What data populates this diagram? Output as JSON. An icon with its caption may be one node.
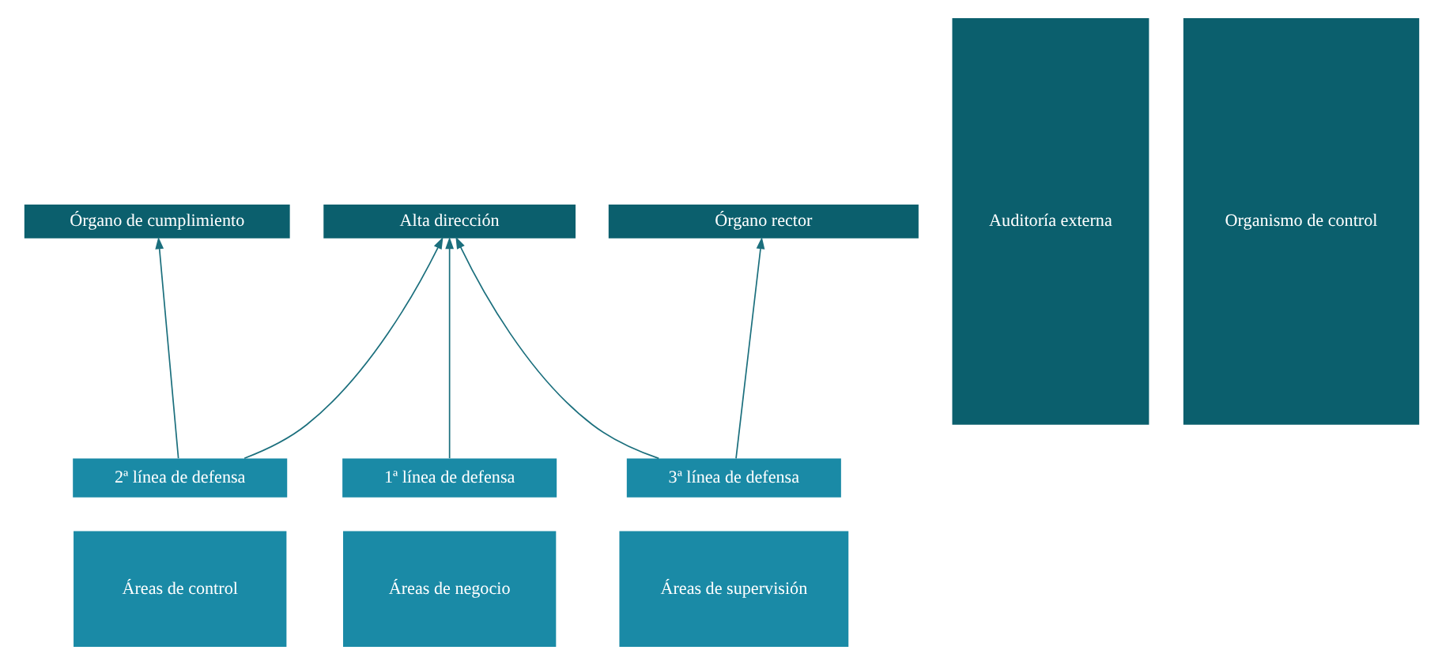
{
  "diagram": {
    "nodes": [
      {
        "text": [
          "Órgano rector"
        ]
      },
      {
        "text": [
          "Órgano de cumplimiento"
        ]
      },
      {
        "text": [
          "Alta dirección"
        ]
      },
      {
        "text": [
          "1ª línea de defensa"
        ]
      },
      {
        "text": [
          "2ª línea de defensa"
        ]
      },
      {
        "text": [
          "3ª línea de defensa"
        ]
      },
      {
        "text": [
          "Áreas de negocio"
        ]
      },
      {
        "text": [
          "Áreas de control"
        ]
      },
      {
        "text": [
          "Áreas de supervisión"
        ]
      },
      {
        "text": [
          "Auditoría externa"
        ]
      },
      {
        "text": [
          "Organismo de control"
        ]
      }
    ],
    "edges": [
      {
        "from": 3,
        "to": 2,
        "arrow": "to"
      },
      {
        "from": 4,
        "to": 2,
        "arrow": "to"
      },
      {
        "from": 4,
        "to": 1,
        "arrow": "to"
      },
      {
        "from": 5,
        "to": 0,
        "arrow": "to"
      },
      {
        "from": 5,
        "to": 2,
        "arrow": "to"
      }
    ]
  }
}
